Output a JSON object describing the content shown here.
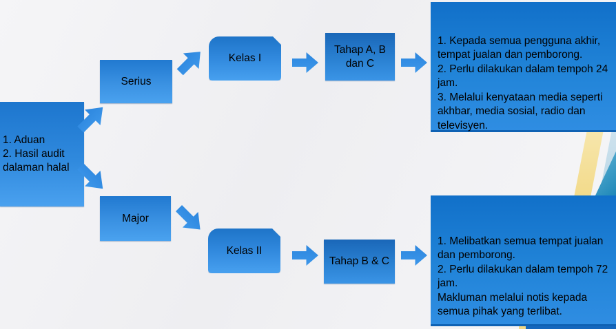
{
  "slide": {
    "nodes": {
      "source": "1. Aduan\n2. Hasil audit\ndalaman halal",
      "serius": "Serius",
      "kelas1": "Kelas I",
      "tahap_abc": "Tahap A, B dan C",
      "major": "Major",
      "kelas2": "Kelas II",
      "tahap_bc": "Tahap B & C"
    },
    "panels": {
      "serius_outcome": "1. Kepada semua pengguna akhir, tempat jualan dan pemborong.\n2. Perlu dilakukan dalam tempoh 24 jam.\n3. Melalui kenyataan media seperti akhbar, media sosial, radio dan televisyen.",
      "major_outcome": "1. Melibatkan semua tempat jualan dan pemborong.\n2. Perlu dilakukan dalam tempoh 72 jam.\nMakluman melalui notis kepada semua pihak yang terlibat."
    },
    "colors": {
      "node_blue_top": "#1d76ce",
      "node_blue_bottom": "#4aa1ef",
      "panel_blue_top": "#1170c9",
      "panel_blue_bottom": "#2f8de2",
      "panel_border": "#0f62b4",
      "stripe_yellow": "#f2d987",
      "stripe_pale_blue": "#c3dbe9",
      "stripe_teal": "#2e95c0",
      "text": "#000000"
    }
  }
}
